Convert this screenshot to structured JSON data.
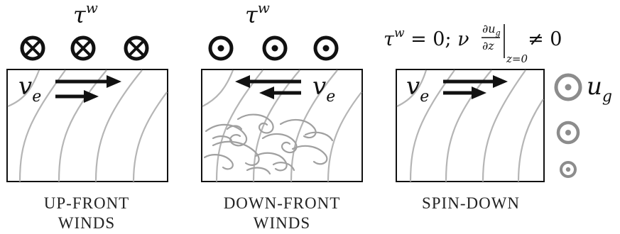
{
  "panels": [
    {
      "id": "up-front",
      "caption_line1": "UP-FRONT",
      "caption_line2": "WINDS",
      "stress_label": "τ",
      "stress_superscript": "w",
      "stress_symbols": [
        "⊗",
        "⊗",
        "⊗"
      ],
      "stress_direction": "into-page",
      "velocity_label": "v",
      "velocity_subscript": "e",
      "arrow_direction": "right",
      "turbulence": false
    },
    {
      "id": "down-front",
      "caption_line1": "DOWN-FRONT",
      "caption_line2": "WINDS",
      "stress_label": "τ",
      "stress_superscript": "w",
      "stress_symbols": [
        "⊙",
        "⊙",
        "⊙"
      ],
      "stress_direction": "out-of-page",
      "velocity_label": "v",
      "velocity_subscript": "e",
      "arrow_direction": "left",
      "turbulence": true
    },
    {
      "id": "spin-down",
      "caption_line1": "SPIN-DOWN",
      "caption_line2": "",
      "velocity_label": "v",
      "velocity_subscript": "e",
      "arrow_direction": "right",
      "turbulence": false,
      "condition": {
        "stress_term": "τ",
        "stress_sup": "w",
        "equals_zero": " = 0; ",
        "nu": "ν",
        "frac_num": "∂u",
        "frac_num_sub": "g",
        "frac_den": "∂z",
        "eval_sub": "z=0",
        "neq_zero": "≠ 0"
      },
      "geostrophic_label": "u",
      "geostrophic_subscript": "g",
      "geostrophic_symbols_count": 3
    }
  ],
  "colors": {
    "ink": "#111111",
    "contour": "#b5b5b5",
    "geostrophic_symbol": "#8c8c8c",
    "turbulence": "#a0a0a0"
  }
}
